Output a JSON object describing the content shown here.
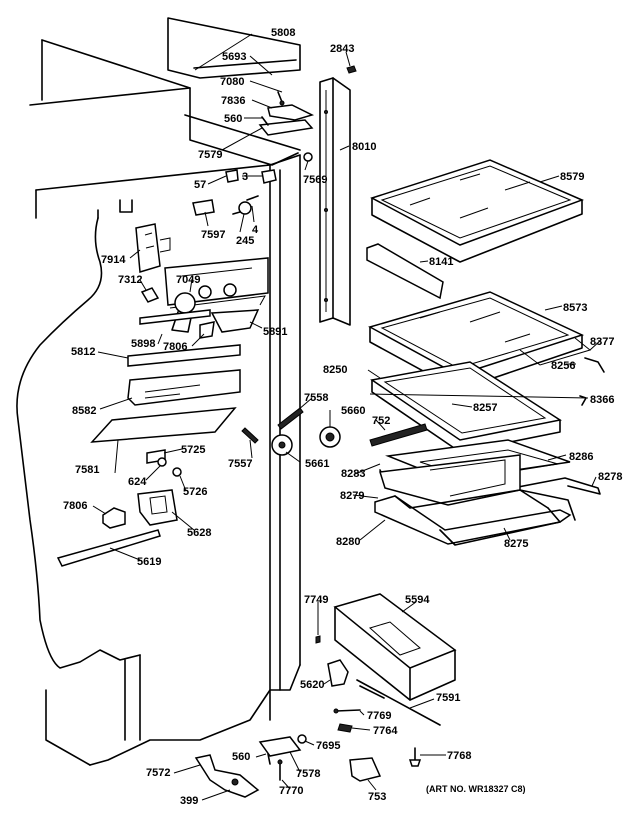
{
  "labels": {
    "l5808": "5808",
    "l5693": "5693",
    "l2843": "2843",
    "l7080": "7080",
    "l7836": "7836",
    "l560a": "560",
    "l8010": "8010",
    "l7579": "7579",
    "l7569": "7569",
    "l57": "57",
    "l3": "3",
    "l8579": "8579",
    "l7597": "7597",
    "l245": "245",
    "l4": "4",
    "l7914": "7914",
    "l8141": "8141",
    "l7312": "7312",
    "l7049": "7049",
    "l8573": "8573",
    "l5891": "5891",
    "l8377": "8377",
    "l5812": "5812",
    "l5898": "5898",
    "l7806a": "7806",
    "l8256": "8256",
    "l8250": "8250",
    "l8366": "8366",
    "l8582": "8582",
    "l7558": "7558",
    "l5660": "5660",
    "l8257": "8257",
    "l752": "752",
    "l5725": "5725",
    "l7581": "7581",
    "l7557": "7557",
    "l5661": "5661",
    "l8286": "8286",
    "l8283": "8283",
    "l8278": "8278",
    "l624": "624",
    "l5726": "5726",
    "l8279": "8279",
    "l7806b": "7806",
    "l5628": "5628",
    "l8280": "8280",
    "l8275": "8275",
    "l5619": "5619",
    "l7749": "7749",
    "l5594": "5594",
    "l5620": "5620",
    "l7591": "7591",
    "l7769": "7769",
    "l7764": "7764",
    "l7695": "7695",
    "l560b": "560",
    "l7768": "7768",
    "l7572": "7572",
    "l7578": "7578",
    "l399": "399",
    "l7770": "7770",
    "l753": "753"
  },
  "art_number": "(ART NO. WR18327 C8)"
}
